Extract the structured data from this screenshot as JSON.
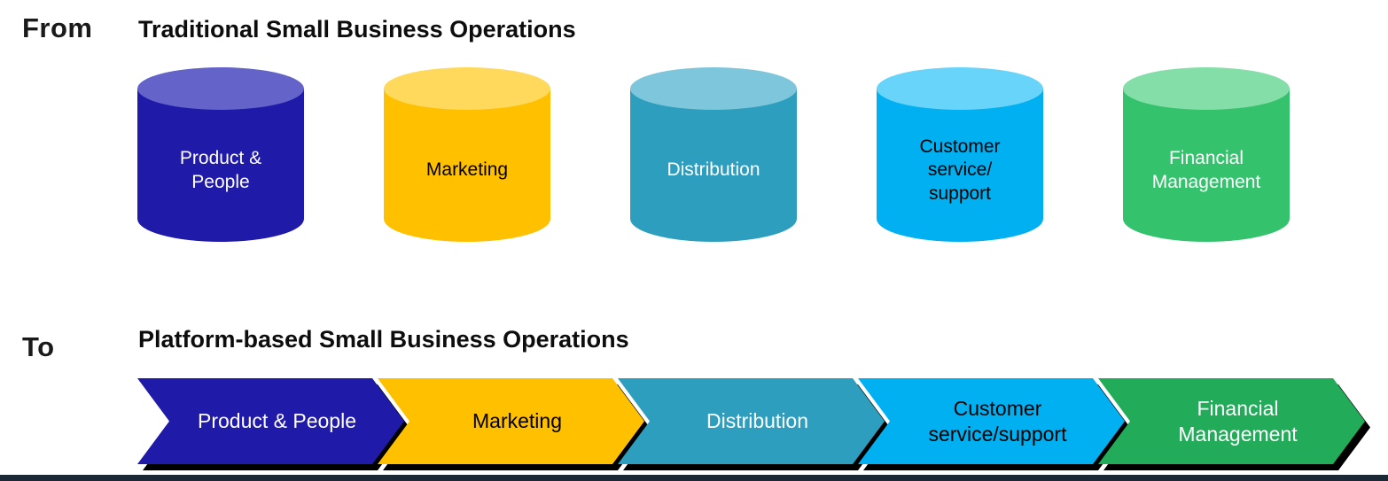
{
  "page": {
    "background_color": "#FFFFFF",
    "bottom_bar_color": "#1B2936"
  },
  "from_section": {
    "label": "From",
    "title": "Traditional Small Business Operations",
    "cylinders": [
      {
        "label": "Product &\nPeople",
        "body_color": "#1F1AA8",
        "top_color": "#6363C9",
        "text_color": "#FFFFFF"
      },
      {
        "label": "Marketing",
        "body_color": "#FFC000",
        "top_color": "#FFD95C",
        "text_color": "#000000"
      },
      {
        "label": "Distribution",
        "body_color": "#2E9EBF",
        "top_color": "#7EC6DB",
        "text_color": "#FFFFFF"
      },
      {
        "label": "Customer\nservice/\nsupport",
        "body_color": "#00B0F0",
        "top_color": "#69D4FA",
        "text_color": "#000000"
      },
      {
        "label": "Financial\nManagement",
        "body_color": "#35C26D",
        "top_color": "#83DEA8",
        "text_color": "#FFFFFF"
      }
    ]
  },
  "to_section": {
    "label": "To",
    "title": "Platform-based Small Business Operations",
    "chevrons": [
      {
        "label": "Product & People",
        "color": "#1F1AA8",
        "text_color": "#FFFFFF"
      },
      {
        "label": "Marketing",
        "color": "#FFC000",
        "text_color": "#000000"
      },
      {
        "label": "Distribution",
        "color": "#2E9EBF",
        "text_color": "#FFFFFF"
      },
      {
        "label": "Customer\nservice/support",
        "color": "#00B0F0",
        "text_color": "#000000"
      },
      {
        "label": "Financial\nManagement",
        "color": "#22AC5A",
        "text_color": "#FFFFFF"
      }
    ]
  }
}
